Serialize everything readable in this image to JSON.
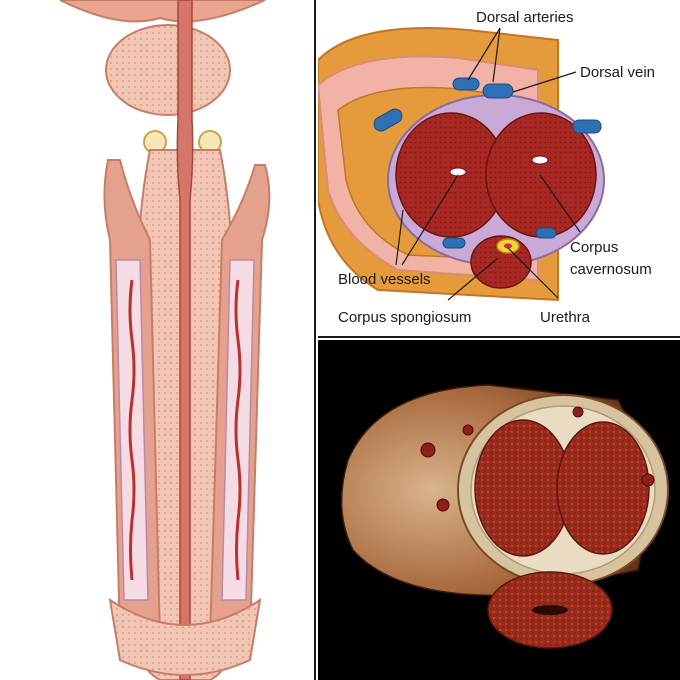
{
  "labels": {
    "dorsal_arteries": "Dorsal arteries",
    "dorsal_vein": "Dorsal vein",
    "corpus_cavernosum_line1": "Corpus",
    "corpus_cavernosum_line2": "cavernosum",
    "blood_vessels": "Blood vessels",
    "corpus_spongiosum": "Corpus spongiosum",
    "urethra": "Urethra"
  },
  "colors": {
    "tissue_pink": "#e8a79a",
    "muscle_red": "#b8312c",
    "erectile_dark": "#8e1e1a",
    "fat_orange": "#e59a3c",
    "vein_blue": "#2f6fb5",
    "sheath_lavender": "#c9a9d6",
    "background_black": "#000000"
  }
}
